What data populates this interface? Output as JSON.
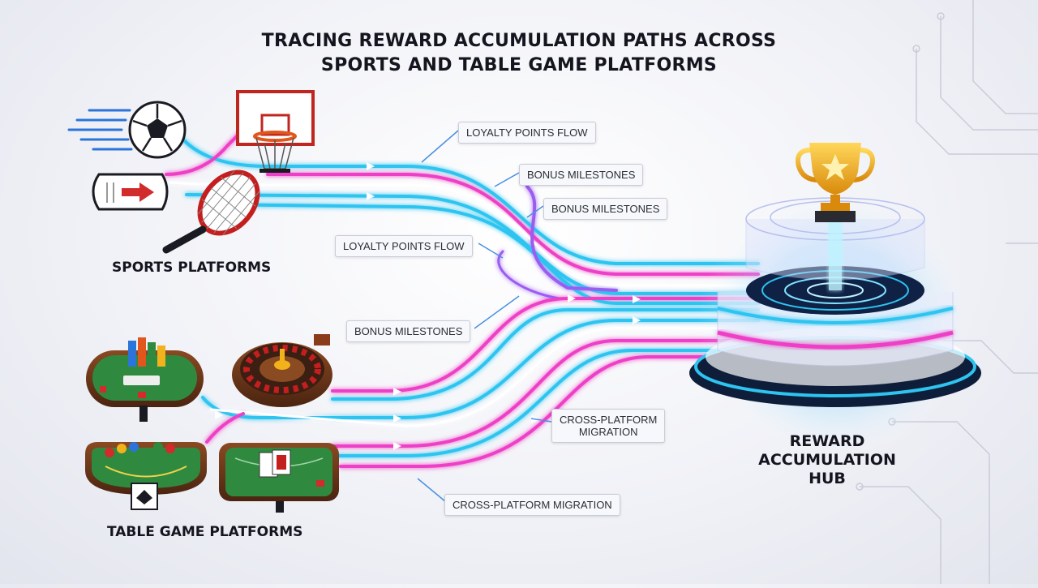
{
  "title": {
    "line1": "Tracing Reward Accumulation Paths Across",
    "line2": "Sports and Table Game Platforms"
  },
  "groups": {
    "sports": "Sports Platforms",
    "table_games": "Table Game Platforms"
  },
  "hub": {
    "line1": "Reward",
    "line2": "Accumulation",
    "line3": "Hub"
  },
  "callouts": {
    "c1": "Loyalty Points Flow",
    "c2": "Bonus Milestones",
    "c3": "Bonus Milestones",
    "c4": "Loyalty Points Flow",
    "c5": "Bonus Milestones",
    "c6_line1": "Cross-Platform",
    "c6_line2": "Migration",
    "c7": "Cross-Platform Migration"
  },
  "icons": {
    "sports": [
      "soccer-ball-icon",
      "basketball-hoop-icon",
      "ticket-icon",
      "tennis-racket-icon"
    ],
    "table_games": [
      "poker-table-icon",
      "roulette-wheel-icon",
      "blackjack-table-icon",
      "card-table-icon"
    ],
    "hub": "trophy-icon"
  },
  "colors": {
    "cyan": "#2ec4f0",
    "magenta": "#ee3fc6",
    "purple": "#9b5cf0",
    "felt": "#2f8a3f",
    "gold": "#f2b21b"
  }
}
